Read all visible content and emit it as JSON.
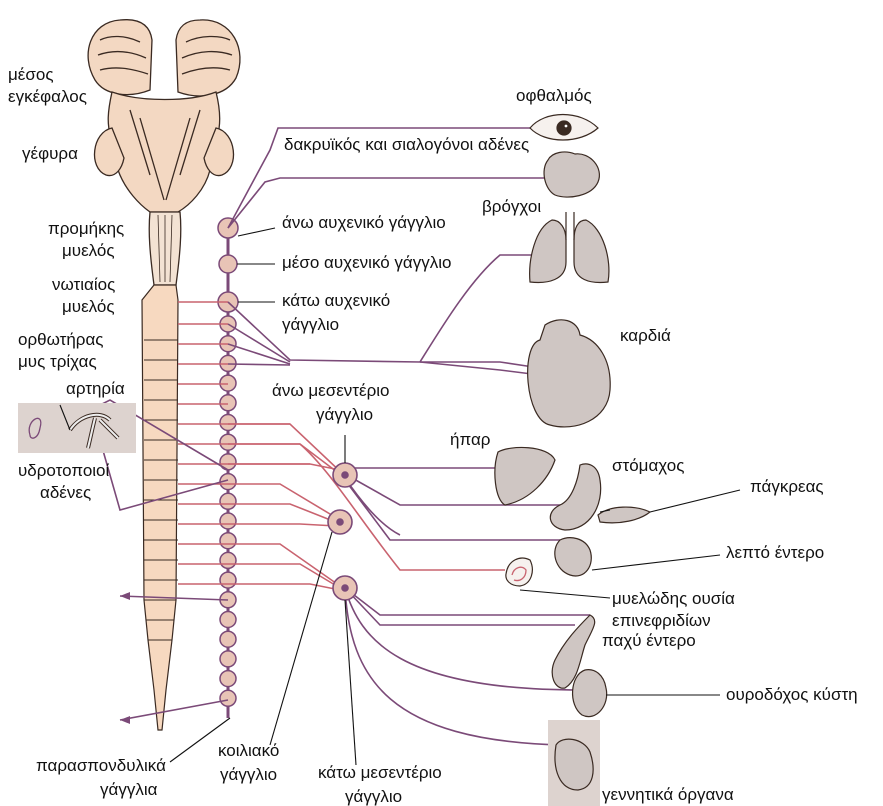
{
  "labels": {
    "midbrain": "μέσος εγκέφαλος",
    "pons": "γέφυρα",
    "medulla": "προμήκης μυελός",
    "spinal_cord": "νωτιαίος μυελός",
    "arrector_pili": "ορθωτήρας μυς τρίχας",
    "artery": "αρτηρία",
    "sweat_glands": "υδροτοποιοί αδένες",
    "paravertebral_ganglia": "παρασπονδυλικά γάγγλια",
    "celiac_ganglion": "κοιλιακό γάγγλιο",
    "inferior_mesenteric_ganglion": "κάτω μεσεντέριο γάγγλιο",
    "eye": "οφθαλμός",
    "lacrimal_salivary": "δακρυϊκός και σιαλογόνοι αδένες",
    "superior_cervical": "άνω αυχενικό γάγγλιο",
    "bronchi": "βρόγχοι",
    "middle_cervical": "μέσο αυχενικό γάγγλιο",
    "inferior_cervical": "κάτω αυχενικό γάγγλιο",
    "heart": "καρδιά",
    "superior_mesenteric": "άνω μεσεντέριο γάγγλιο",
    "liver": "ήπαρ",
    "stomach": "στόμαχος",
    "pancreas": "πάγκρεας",
    "small_intestine": "λεπτό έντερο",
    "adrenal_medulla": "μυελώδης ουσία επινεφριδίων",
    "large_intestine": "παχύ έντερο",
    "bladder": "ουροδόχος κύστη",
    "genitals": "γεννητικά όργανα"
  },
  "colors": {
    "preganglionic": "#c9636f",
    "postganglionic": "#7b4a78",
    "organ_fill": "#cfc6c3",
    "spinal_fill": "#f7d9c0",
    "brain_fill": "#f3d8c2"
  }
}
